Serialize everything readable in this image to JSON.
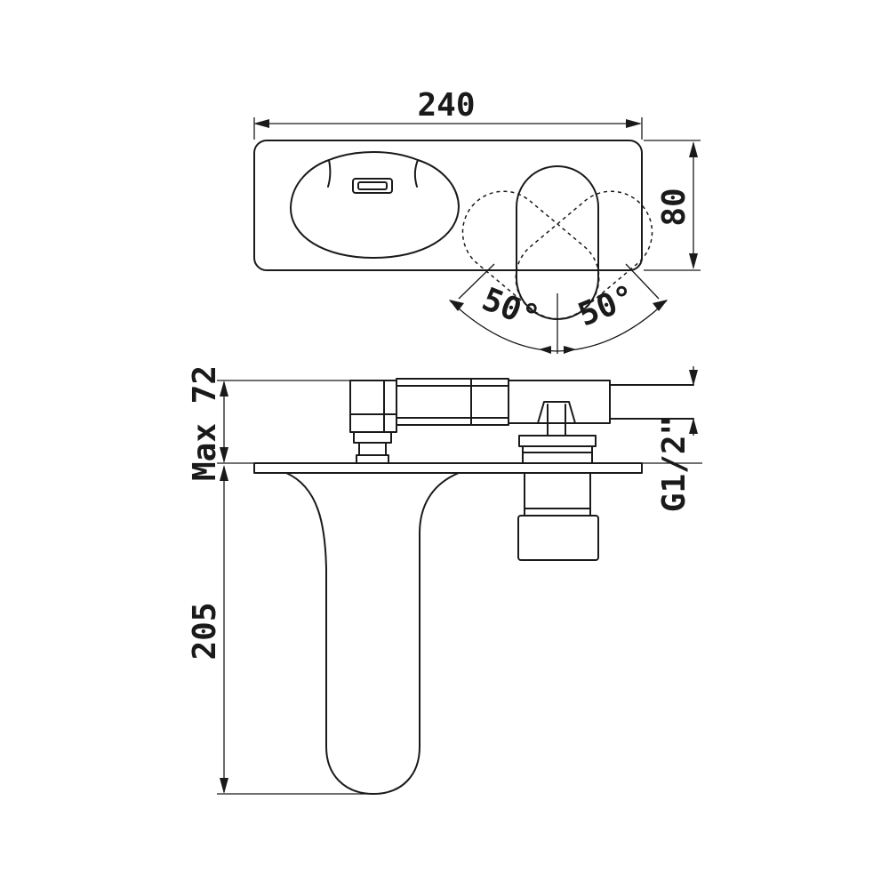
{
  "dimensions": {
    "width": "240",
    "height": "80",
    "angle_left": "50°",
    "angle_right": "50°",
    "max_depth": "Max 72",
    "thread": "G1/2\"",
    "spout_length": "205"
  },
  "colors": {
    "line": "#1a1a1a",
    "background": "#ffffff"
  }
}
